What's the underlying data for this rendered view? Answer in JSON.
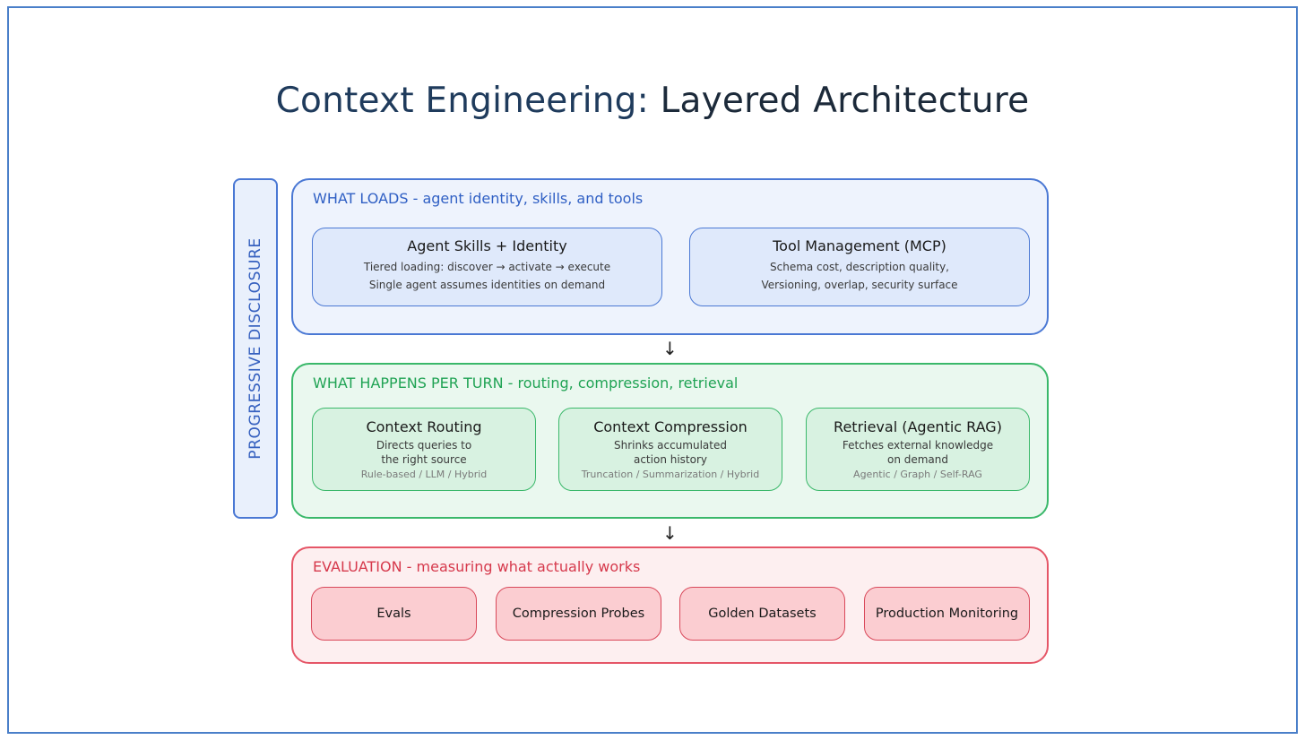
{
  "title_part1": "Context Engineering:",
  "title_part2": "Layered Architecture",
  "side_label": "PROGRESSIVE DISCLOSURE",
  "layers": {
    "loads": {
      "heading": "WHAT LOADS - agent identity, skills, and tools",
      "cards": [
        {
          "title": "Agent Skills + Identity",
          "line1": "Tiered loading: discover → activate → execute",
          "line2": "Single agent assumes identities on demand"
        },
        {
          "title": "Tool Management (MCP)",
          "line1": "Schema cost, description quality,",
          "line2": "Versioning, overlap, security surface"
        }
      ]
    },
    "per_turn": {
      "heading": "WHAT HAPPENS PER TURN - routing, compression, retrieval",
      "cards": [
        {
          "title": "Context Routing",
          "line1": "Directs queries to",
          "line2": "the right source",
          "sub": "Rule-based / LLM / Hybrid"
        },
        {
          "title": "Context Compression",
          "line1": "Shrinks accumulated",
          "line2": "action history",
          "sub": "Truncation / Summarization / Hybrid"
        },
        {
          "title": "Retrieval (Agentic RAG)",
          "line1": "Fetches external knowledge",
          "line2": "on demand",
          "sub": "Agentic / Graph / Self-RAG"
        }
      ]
    },
    "evaluation": {
      "heading": "EVALUATION - measuring what actually works",
      "cards": [
        {
          "title": "Evals"
        },
        {
          "title": "Compression Probes"
        },
        {
          "title": "Golden Datasets"
        },
        {
          "title": "Production Monitoring"
        }
      ]
    }
  },
  "arrow_glyph": "↓",
  "colors": {
    "frame": "#4a7fc9",
    "loads": "#4a78d4",
    "per_turn": "#3ab86a",
    "evaluation": "#e55667"
  }
}
